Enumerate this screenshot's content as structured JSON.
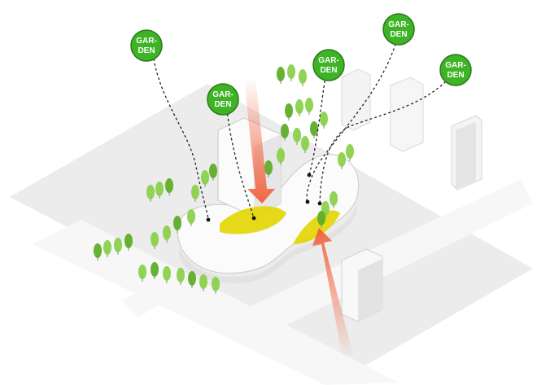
{
  "diagram": {
    "colors": {
      "background": "#ffffff",
      "ground": "#ececec",
      "road": "#f6f6f6",
      "building": "#f9f9f9",
      "building_shade": "#dcdcdc",
      "tree": "#8bd14b",
      "tree_dark": "#5fae2a",
      "garden_fill": "#e2d500",
      "badge_fill": "#3db325",
      "badge_stroke": "#2b7a1a",
      "leader_line": "#222222",
      "arrow": "#f2603a"
    },
    "gardens": [
      {
        "line1": "GAR-",
        "line2": "DEN"
      },
      {
        "line1": "GAR-",
        "line2": "DEN"
      },
      {
        "line1": "GAR-",
        "line2": "DEN"
      },
      {
        "line1": "GAR-",
        "line2": "DEN"
      },
      {
        "line1": "GAR-",
        "line2": "DEN"
      }
    ],
    "icons": [
      "garden-badge-icon",
      "tree-icon",
      "wind-arrow-icon"
    ]
  }
}
